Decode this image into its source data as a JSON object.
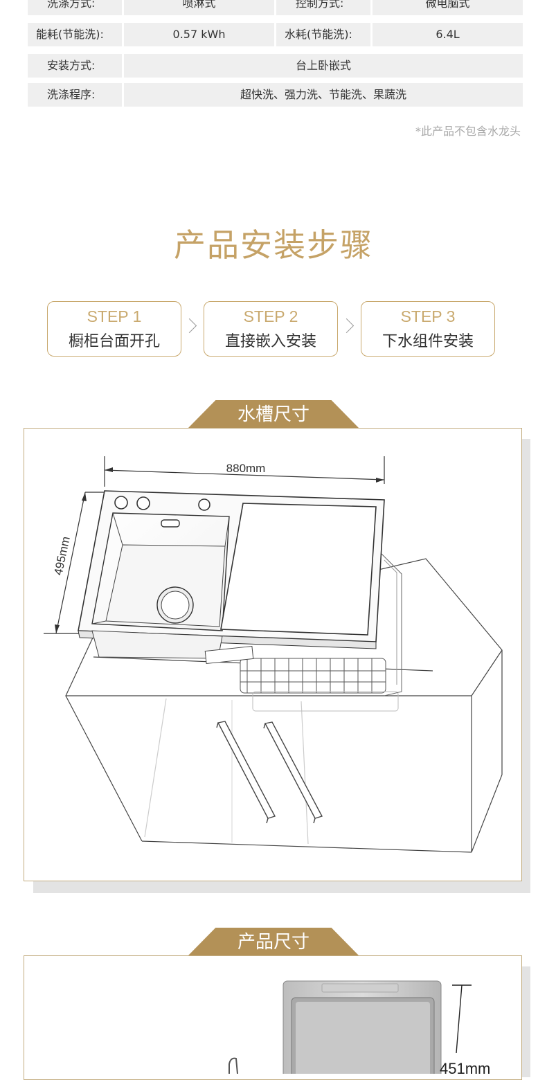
{
  "specs": {
    "rows": [
      {
        "l1": "洗涤方式:",
        "v1": "喷淋式",
        "l2": "控制方式:",
        "v2": "微电脑式"
      },
      {
        "l1": "能耗(节能洗):",
        "v1": "0.57 kWh",
        "l2": "水耗(节能洗):",
        "v2": "6.4L"
      },
      {
        "l1": "安装方式:",
        "v1": "台上卧嵌式"
      },
      {
        "l1": "洗涤程序:",
        "v1": "超快洗、强力洗、节能洗、果蔬洗"
      }
    ],
    "note": "*此产品不包含水龙头"
  },
  "install": {
    "title": "产品安装步骤",
    "steps": [
      {
        "num": "STEP 1",
        "text": "橱柜台面开孔"
      },
      {
        "num": "STEP 2",
        "text": "直接嵌入安装"
      },
      {
        "num": "STEP 3",
        "text": "下水组件安装"
      }
    ]
  },
  "sink_section": {
    "tab": "水槽尺寸",
    "width_label": "880mm",
    "depth_label": "495mm"
  },
  "product_section": {
    "tab": "产品尺寸",
    "height_label": "451mm"
  },
  "colors": {
    "gold": "#b39157",
    "gold_light": "#c9a96e",
    "table_bg": "#efefef"
  }
}
